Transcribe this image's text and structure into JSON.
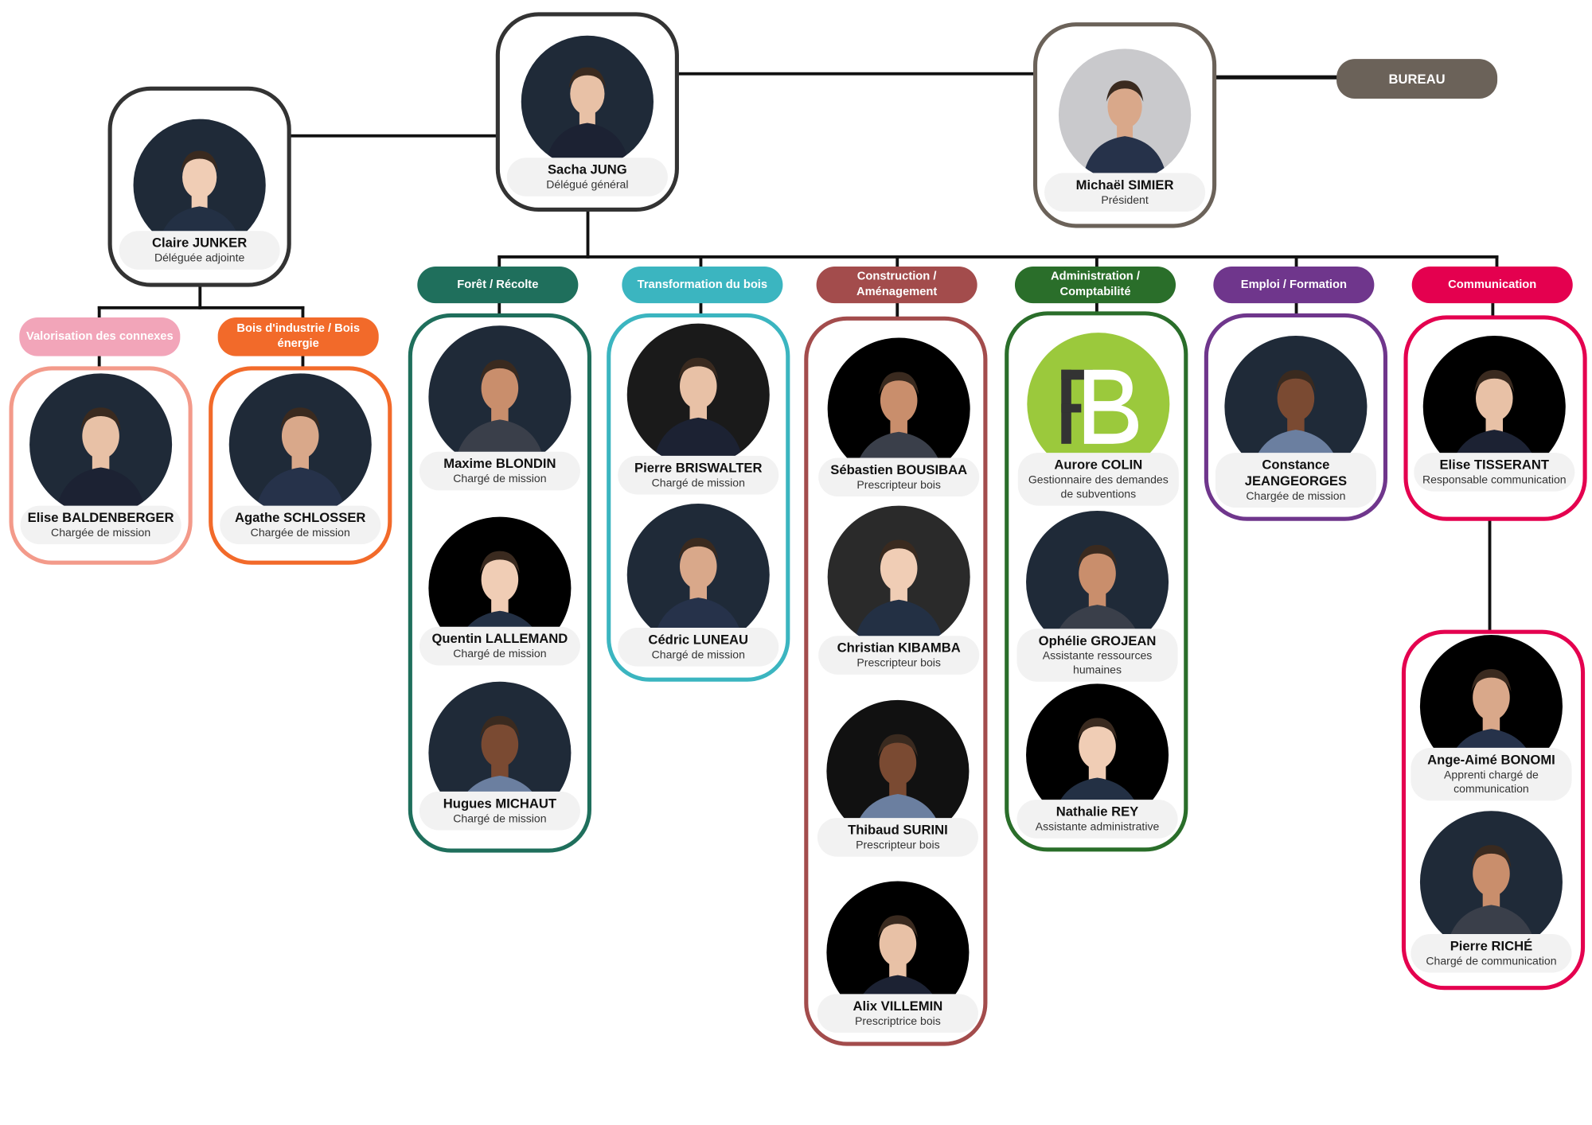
{
  "bureau_label": "BUREAU",
  "colors": {
    "bureau": "#6b6259",
    "valorisation": "#f2a5b9",
    "bois_industrie": "#f26a2a",
    "foret": "#1f6f5c",
    "transformation": "#3bb5c0",
    "construction": "#a34c4c",
    "administration": "#2a6e2a",
    "emploi": "#6f368c",
    "communication": "#e4004f",
    "logo_green": "#9bc93c"
  },
  "direction": [
    {
      "name": "Sacha JUNG",
      "role": "Délégué général"
    },
    {
      "name": "Michaël SIMIER",
      "role": "Président"
    },
    {
      "name": "Claire JUNKER",
      "role": "Déléguée adjointe"
    }
  ],
  "departments": [
    {
      "label": "Valorisation des connexes",
      "members": [
        {
          "name": "Elise BALDENBERGER",
          "role": "Chargée de mission"
        }
      ]
    },
    {
      "label": "Bois d'industrie / Bois énergie",
      "members": [
        {
          "name": "Agathe SCHLOSSER",
          "role": "Chargée de mission"
        }
      ]
    },
    {
      "label": "Forêt / Récolte",
      "members": [
        {
          "name": "Maxime BLONDIN",
          "role": "Chargé de mission"
        },
        {
          "name": "Quentin LALLEMAND",
          "role": "Chargé de mission"
        },
        {
          "name": "Hugues MICHAUT",
          "role": "Chargé de mission"
        }
      ]
    },
    {
      "label": "Transformation du bois",
      "members": [
        {
          "name": "Pierre BRISWALTER",
          "role": "Chargé de mission"
        },
        {
          "name": "Cédric LUNEAU",
          "role": "Chargé de mission"
        }
      ]
    },
    {
      "label": "Construction / Aménagement",
      "members": [
        {
          "name": "Sébastien BOUSIBAA",
          "role": "Prescripteur bois"
        },
        {
          "name": "Christian KIBAMBA",
          "role": "Prescripteur bois"
        },
        {
          "name": "Thibaud SURINI",
          "role": "Prescripteur bois"
        },
        {
          "name": "Alix VILLEMIN",
          "role": "Prescriptrice bois"
        }
      ]
    },
    {
      "label": "Administration / Comptabilité",
      "members": [
        {
          "name": "Aurore COLIN",
          "role": "Gestionnaire des demandes de subventions"
        },
        {
          "name": "Ophélie GROJEAN",
          "role": "Assistante ressources humaines"
        },
        {
          "name": "Nathalie REY",
          "role": "Assistante administrative"
        }
      ]
    },
    {
      "label": "Emploi / Formation",
      "members": [
        {
          "name": "Constance JEANGEORGES",
          "role": "Chargée de mission"
        }
      ]
    },
    {
      "label": "Communication",
      "members": [
        {
          "name": "Elise TISSERANT",
          "role": "Responsable communication"
        },
        {
          "name": "Ange-Aimé BONOMI",
          "role": "Apprenti chargé de communication"
        },
        {
          "name": "Pierre RICHÉ",
          "role": "Chargé de communication"
        }
      ]
    }
  ],
  "logo_text": "FB"
}
